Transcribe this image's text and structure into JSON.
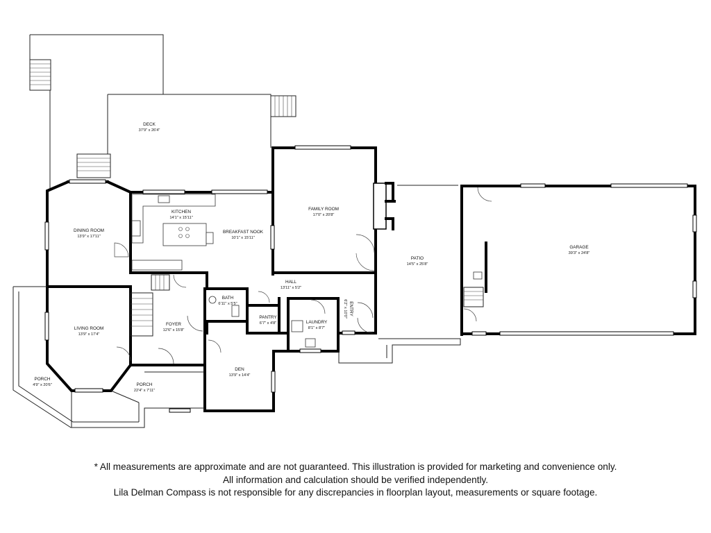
{
  "rooms": {
    "deck": {
      "name": "DECK",
      "dims": "37'9\" x 26'4\""
    },
    "kitchen": {
      "name": "KITCHEN",
      "dims": "14'1\" x 15'11\""
    },
    "breakfast": {
      "name": "BREAKFAST NOOK",
      "dims": "10'1\" x 15'11\""
    },
    "family": {
      "name": "FAMILY ROOM",
      "dims": "17'0\" x 20'8\""
    },
    "dining": {
      "name": "DINING ROOM",
      "dims": "13'9\" x 17'11\""
    },
    "patio": {
      "name": "PATIO",
      "dims": "14'5\" x 25'8\""
    },
    "garage": {
      "name": "GARAGE",
      "dims": "39'3\" x 24'8\""
    },
    "hall": {
      "name": "HALL",
      "dims": "13'11\" x 5'2\""
    },
    "bath": {
      "name": "BATH",
      "dims": "6'11\" x 5'5\""
    },
    "pantry": {
      "name": "PANTRY",
      "dims": "6'7\" x 4'8\""
    },
    "laundry": {
      "name": "LAUNDRY",
      "dims": "8'1\" x 8'7\""
    },
    "entry": {
      "name": "ENTRY",
      "dims": "6'2\" x 10'0\""
    },
    "living": {
      "name": "LIVING ROOM",
      "dims": "13'9\" x 17'4\""
    },
    "foyer": {
      "name": "FOYER",
      "dims": "12'6\" x 15'8\""
    },
    "den": {
      "name": "DEN",
      "dims": "13'9\" x 14'4\""
    },
    "porch_left": {
      "name": "PORCH",
      "dims": "4'9\" x 20'6\""
    },
    "porch_front": {
      "name": "PORCH",
      "dims": "22'4\" x 7'11\""
    }
  },
  "disclaimer": {
    "line1": "* All measurements are approximate and are not guaranteed. This illustration is provided for marketing and convenience only.",
    "line2": "All information and calculation should be verified independently.",
    "line3": "Lila Delman Compass  is not responsible for any discrepancies in floorplan layout, measurements or square footage."
  }
}
